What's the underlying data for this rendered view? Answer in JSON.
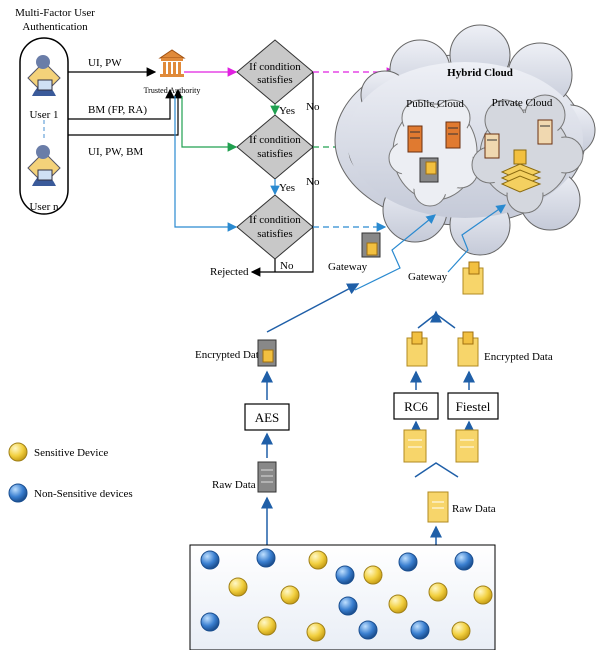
{
  "users": {
    "title_line1": "Multi-Factor User",
    "title_line2": "Authentication",
    "user1": "User 1",
    "usern": "User n"
  },
  "credentials": {
    "c1": "UI, PW",
    "c2": "BM (FP, RA)",
    "c3": "UI, PW, BM"
  },
  "authority": {
    "label": "Trusted Authority"
  },
  "decisions": {
    "d_line1": "If condition",
    "d_line2": "satisfies",
    "yes": "Yes",
    "no": "No",
    "rejected": "Rejected"
  },
  "cloud": {
    "title": "Hybrid Cloud",
    "public": "Public Cloud",
    "private": "Private Cloud"
  },
  "gateway": "Gateway",
  "left_pipeline": {
    "encrypted": "Encrypted Data",
    "algorithm": "AES",
    "raw": "Raw Data"
  },
  "right_pipeline": {
    "algo1": "RC6",
    "algo2": "Fiestel",
    "encrypted": "Encrypted Data",
    "raw": "Raw Data"
  },
  "legend": {
    "sensitive": "Sensitive Device",
    "non_sensitive": "Non-Sensitive devices"
  },
  "colors": {
    "magenta": "#e020e0",
    "green": "#20a050",
    "blue": "#2a8ad0",
    "diamond": "#c8c8c8",
    "cloud": "#d8dce8",
    "sensitive": "#f2d040",
    "non_sensitive": "#3a7fd0"
  }
}
